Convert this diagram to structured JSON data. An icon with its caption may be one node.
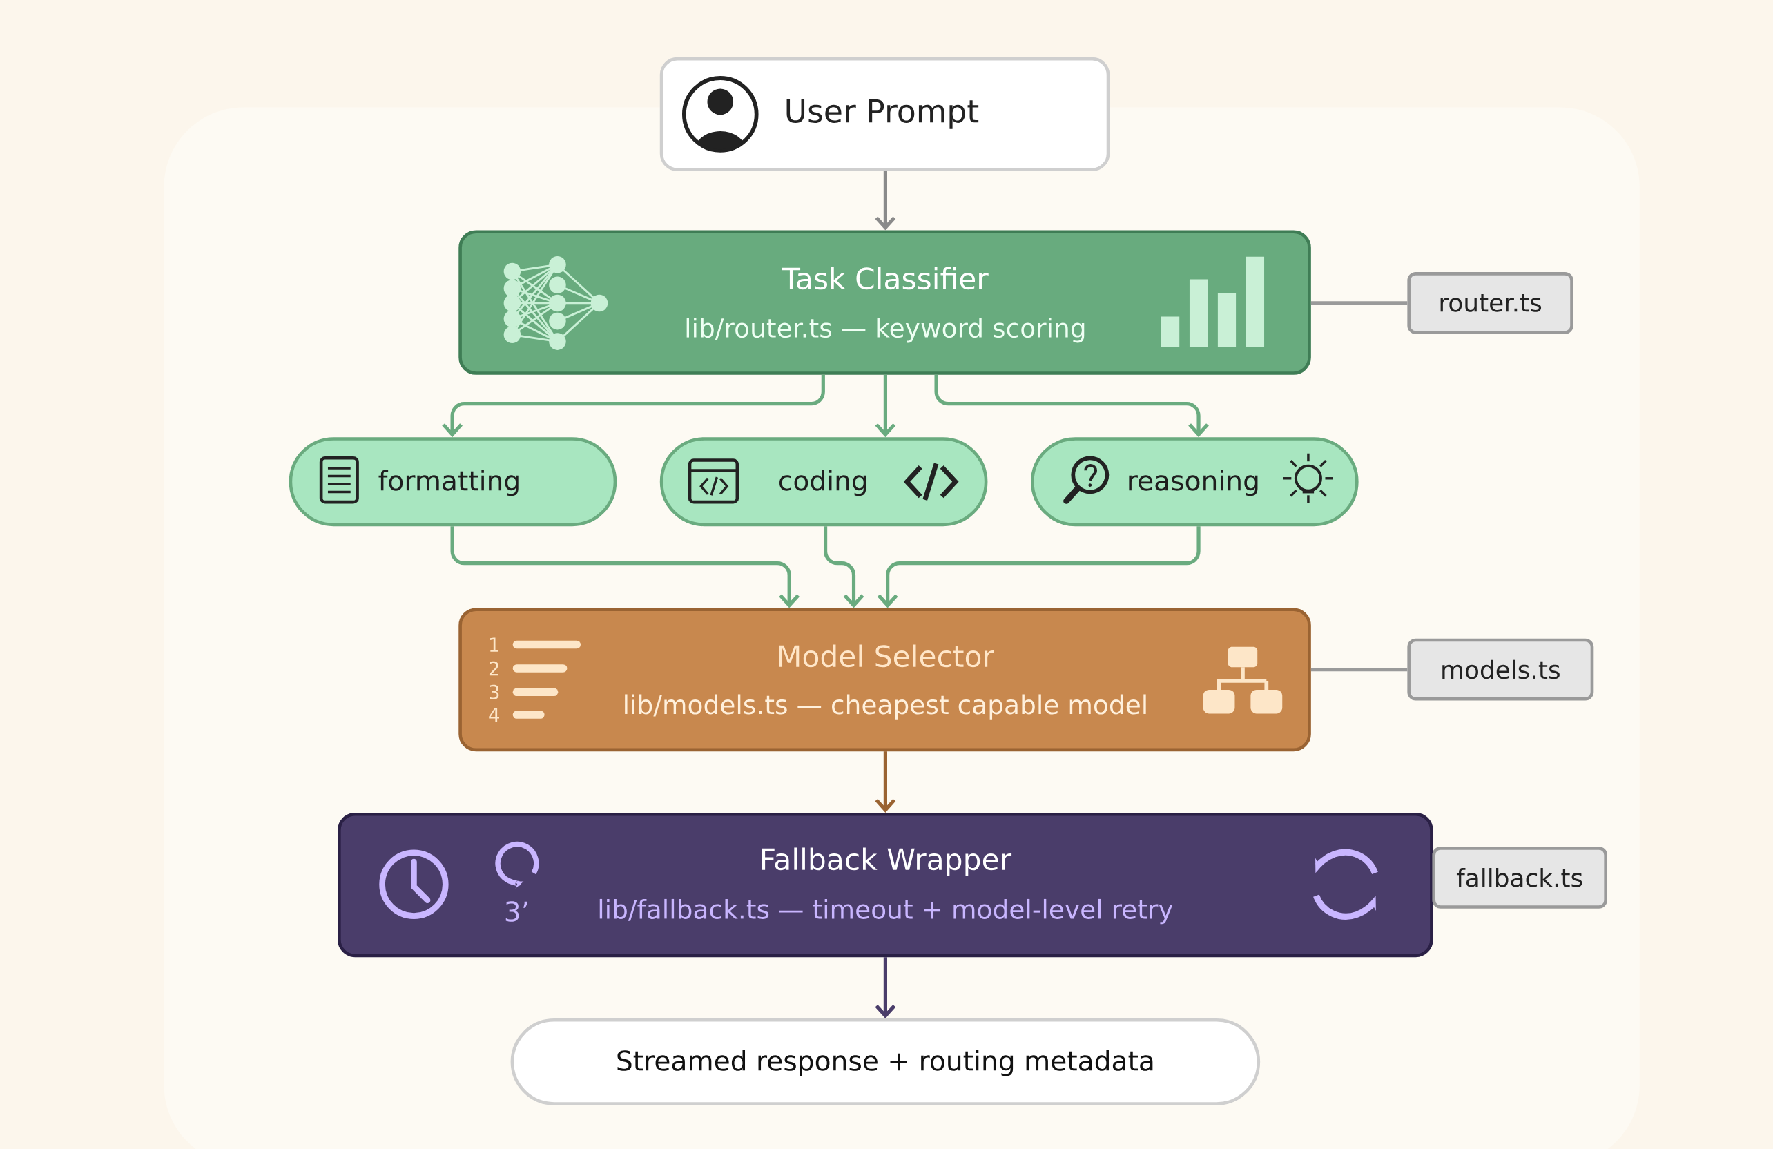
{
  "diagram": {
    "nodes": [
      {
        "text": [
          "User Prompt"
        ]
      },
      {
        "text": [
          "Task Classifier",
          "lib/router.ts — keyword scoring"
        ]
      },
      {
        "text": [
          "router.ts"
        ]
      },
      {
        "text": [
          "formatting"
        ]
      },
      {
        "text": [
          "coding"
        ]
      },
      {
        "text": [
          "reasoning"
        ]
      },
      {
        "text": [
          "Model Selector",
          "lib/models.ts — cheapest capable model"
        ]
      },
      {
        "text": [
          "models.ts"
        ]
      },
      {
        "text": [
          "Fallback Wrapper",
          "lib/fallback.ts — timeout + model-level retry"
        ]
      },
      {
        "text": [
          "fallback.ts"
        ]
      },
      {
        "text": [
          "Streamed response + routing metadata"
        ]
      }
    ],
    "edges": [
      {
        "from": 0,
        "to": 1,
        "arrow": "to",
        "color": "#8a8a8a"
      },
      {
        "from": 1,
        "to": 3,
        "arrow": "to",
        "color": "#6aab7f"
      },
      {
        "from": 1,
        "to": 4,
        "arrow": "to",
        "color": "#6aab7f"
      },
      {
        "from": 1,
        "to": 5,
        "arrow": "to",
        "color": "#6aab7f"
      },
      {
        "from": 3,
        "to": 6,
        "arrow": "to",
        "color": "#6aab7f"
      },
      {
        "from": 4,
        "to": 6,
        "arrow": "to",
        "color": "#6aab7f"
      },
      {
        "from": 5,
        "to": 6,
        "arrow": "to",
        "color": "#6aab7f"
      },
      {
        "from": 6,
        "to": 8,
        "arrow": "to",
        "color": "#9a6332"
      },
      {
        "from": 8,
        "to": 10,
        "arrow": "to",
        "color": "#4a3d6a"
      },
      {
        "from": 1,
        "to": 2,
        "arrow": "none",
        "color": "#9a9a9a"
      },
      {
        "from": 6,
        "to": 7,
        "arrow": "none",
        "color": "#9a9a9a"
      }
    ],
    "labels": [
      "1",
      "2",
      "3",
      "4",
      "3’"
    ]
  }
}
